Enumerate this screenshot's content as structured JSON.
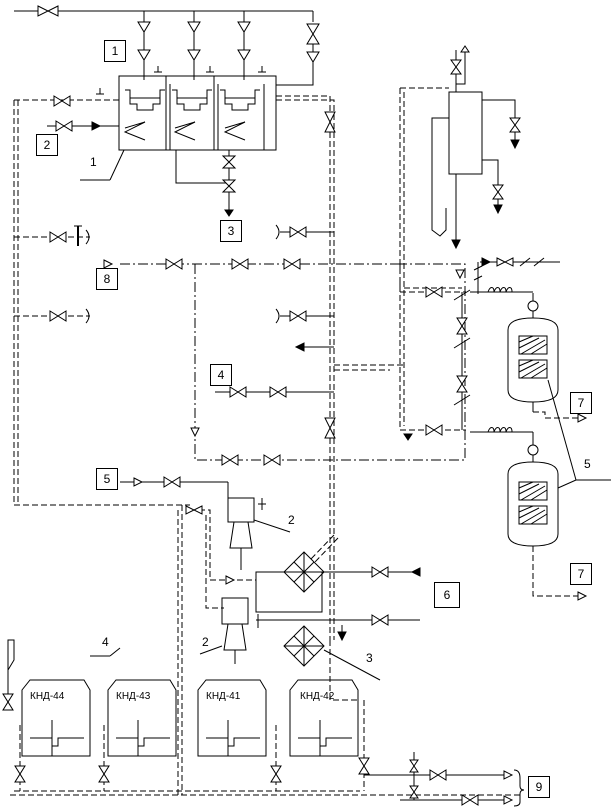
{
  "boxed_labels": {
    "b1": "1",
    "b2": "2",
    "b3": "3",
    "b4": "4",
    "b5": "5",
    "b6": "6",
    "b7a": "7",
    "b7b": "7",
    "b8": "8",
    "b9": "9"
  },
  "leader_labels": {
    "l1": "1",
    "l2a": "2",
    "l2b": "2",
    "l3": "3",
    "l4": "4",
    "l5": "5"
  },
  "tanks": [
    "КНД-44",
    "КНД-43",
    "КНД-41",
    "КНД-42"
  ]
}
